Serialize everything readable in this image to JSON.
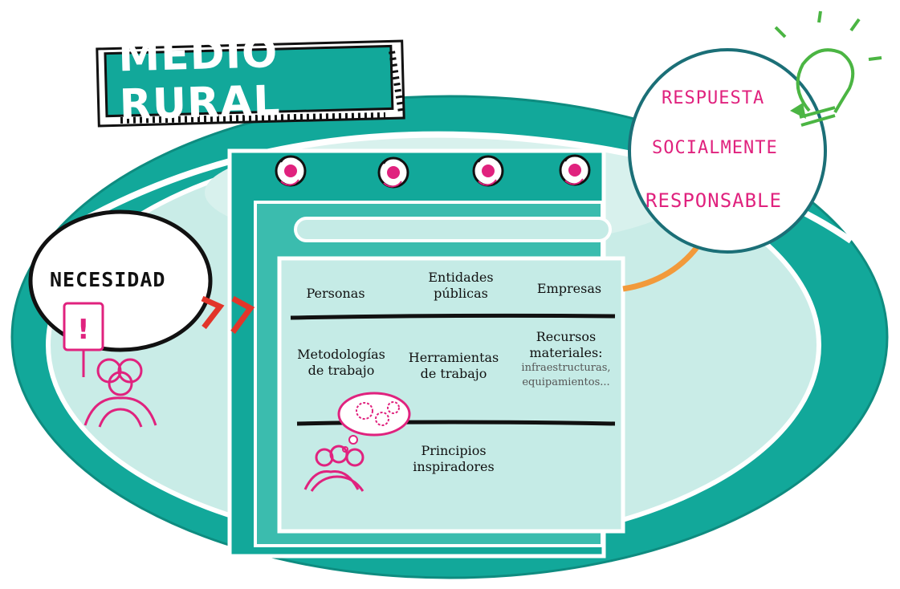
{
  "banner": {
    "title": "MEDIO RURAL"
  },
  "need": {
    "label": "NECESIDAD"
  },
  "response": {
    "line1": "RESPUESTA",
    "line2": "SOCIALMENTE",
    "line3": "RESPONSABLE"
  },
  "oven": {
    "row1": {
      "personas": "Personas",
      "entidades_1": "Entidades",
      "entidades_2": "públicas",
      "empresas": "Empresas"
    },
    "row2": {
      "metodologias_1": "Metodologías",
      "metodologias_2": "de trabajo",
      "herramientas_1": "Herramientas",
      "herramientas_2": "de trabajo",
      "recursos_1": "Recursos",
      "recursos_2": "materiales:",
      "recursos_3": "infraestructuras,",
      "recursos_4": "equipamientos..."
    },
    "row3": {
      "principios_1": "Principios",
      "principios_2": "inspiradores"
    }
  },
  "colors": {
    "teal": "#12a89a",
    "light_teal": "#c5ebe6",
    "pink": "#e0227e",
    "green": "#4bb543",
    "orange": "#f29a3b",
    "red": "#e2352a"
  }
}
